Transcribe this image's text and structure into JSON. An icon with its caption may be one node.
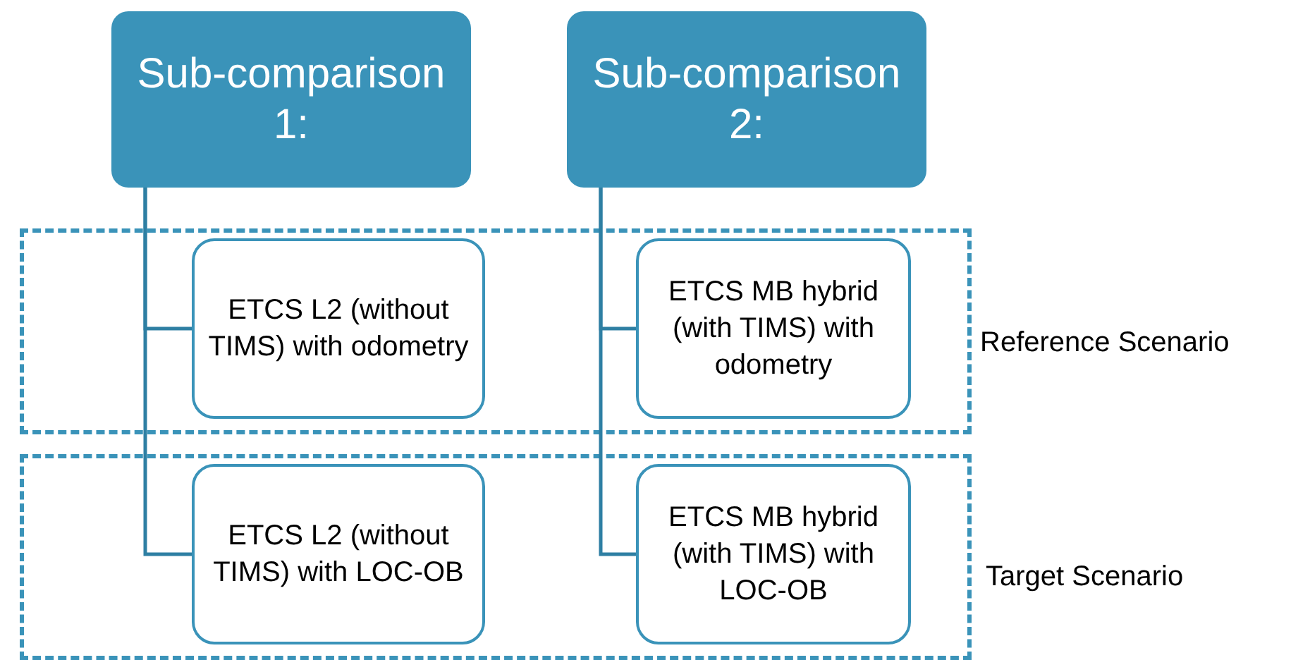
{
  "diagram": {
    "nodes": [
      {
        "text": [
          "Sub-comparison 1:"
        ]
      },
      {
        "text": [
          "Sub-comparison 2:"
        ]
      },
      {
        "text": [
          "Reference Scenario"
        ]
      },
      {
        "text": [
          "ETCS L2 (without TIMS) with odometry"
        ],
        "in": 2
      },
      {
        "text": [
          "ETCS MB hybrid (with TIMS) with odometry"
        ],
        "in": 2
      },
      {
        "text": [
          "Target Scenario"
        ]
      },
      {
        "text": [
          "ETCS L2 (without TIMS) with LOC-OB"
        ],
        "in": 5
      },
      {
        "text": [
          "ETCS MB hybrid (with TIMS) with LOC-OB"
        ],
        "in": 5
      }
    ],
    "edges": [
      {
        "from": 0,
        "to": 3,
        "arrow": "none"
      },
      {
        "from": 0,
        "to": 6,
        "arrow": "none"
      },
      {
        "from": 1,
        "to": 4,
        "arrow": "none"
      },
      {
        "from": 1,
        "to": 7,
        "arrow": "none"
      }
    ]
  }
}
